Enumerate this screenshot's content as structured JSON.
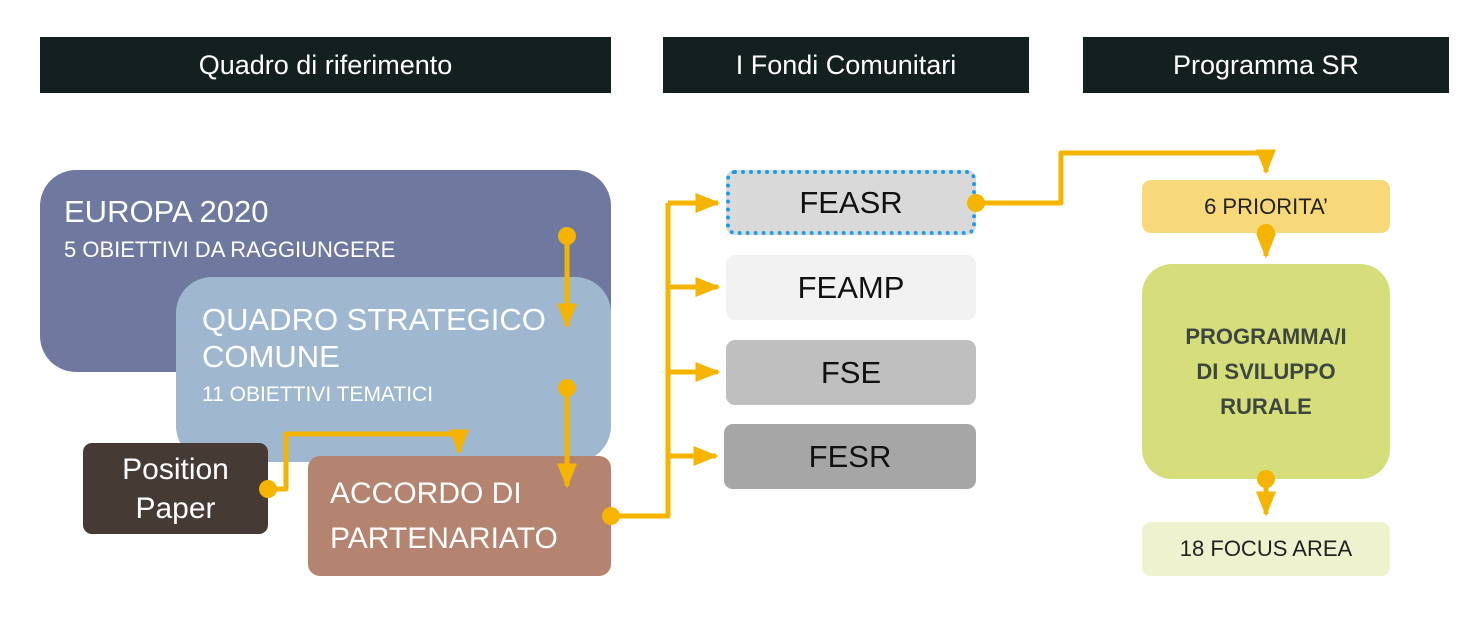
{
  "headers": {
    "quadro": "Quadro di riferimento",
    "fondi": "I Fondi Comunitari",
    "programma": "Programma  SR"
  },
  "europa": {
    "title": "EUROPA 2020",
    "subtitle": "5 OBIETTIVI  DA RAGGIUNGERE"
  },
  "qsc": {
    "title": "QUADRO STRATEGICO\nCOMUNE",
    "subtitle": "11 OBIETTIVI  TEMATICI"
  },
  "position_paper": {
    "label": "Position\nPaper"
  },
  "accordo": {
    "label": "ACCORDO DI\nPARTENARIATO"
  },
  "funds": [
    {
      "label": "FEASR",
      "color": "#d9d9d9"
    },
    {
      "label": "FEAMP",
      "color": "#f2f2f2"
    },
    {
      "label": "FSE",
      "color": "#bfbfbf"
    },
    {
      "label": "FESR",
      "color": "#a6a6a6"
    }
  ],
  "programma_sr": {
    "priorita": "6 PRIORITA’",
    "psr": "PROGRAMMA/I\nDI SVILUPPO\nRURALE",
    "focus": "18 FOCUS AREA"
  },
  "colors": {
    "header_bg": "#142020",
    "europa": "#6f79a0",
    "qsc": "#9fb8cf",
    "position_paper": "#463a35",
    "accordo": "#b48470",
    "connector": "#f5b400",
    "feasr_border": "#1a9ee6",
    "priorita": "#f8d97a",
    "psr": "#d5de7b",
    "focus": "#eff2cf"
  }
}
